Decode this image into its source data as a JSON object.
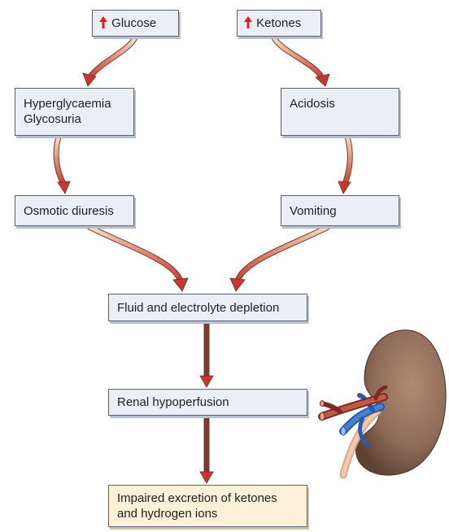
{
  "nodes": {
    "glucose": {
      "label": "Glucose",
      "prefix_icon": "up-arrow-icon"
    },
    "ketones": {
      "label": "Ketones",
      "prefix_icon": "up-arrow-icon"
    },
    "hyperglycaemia": {
      "lines": [
        "Hyperglycaemia",
        "Glycosuria"
      ]
    },
    "acidosis": {
      "label": "Acidosis"
    },
    "osmotic": {
      "label": "Osmotic diuresis"
    },
    "vomiting": {
      "label": "Vomiting"
    },
    "fluid": {
      "label": "Fluid and electrolyte depletion"
    },
    "renal": {
      "label": "Renal hypoperfusion"
    },
    "impaired": {
      "lines": [
        "Impaired excretion of ketones",
        "and hydrogen ions"
      ]
    }
  },
  "edges": [
    [
      "glucose",
      "hyperglycaemia"
    ],
    [
      "ketones",
      "acidosis"
    ],
    [
      "hyperglycaemia",
      "osmotic"
    ],
    [
      "acidosis",
      "vomiting"
    ],
    [
      "osmotic",
      "fluid"
    ],
    [
      "vomiting",
      "fluid"
    ],
    [
      "fluid",
      "renal"
    ],
    [
      "renal",
      "impaired"
    ]
  ],
  "colors": {
    "box_fill": "#eceef6",
    "final_box_fill": "#fcf1d8",
    "box_border": "#5b6170",
    "arrow_head": "#c23a32",
    "arrow_gradient_start": "#f2dfbf",
    "arrow_gradient_end": "#c84234",
    "up_arrow": "#e01e1e",
    "kidney": "#8f6b59"
  },
  "illustration": "kidney-icon"
}
